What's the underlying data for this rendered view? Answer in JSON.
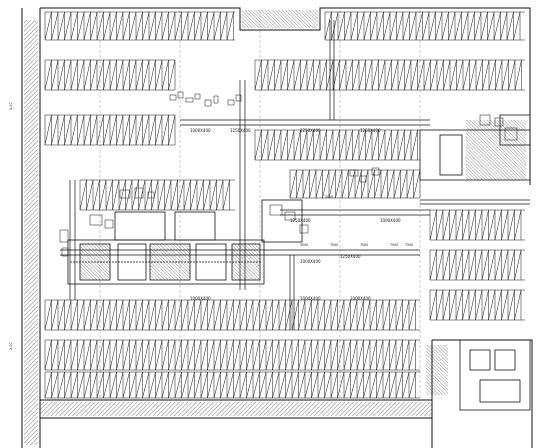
{
  "labels": {
    "dims_pipe_top": [
      "1000X400",
      "1250X400",
      "1250X400",
      "1250X400"
    ],
    "dims_pipe_mid": [
      "1250X400",
      "1250X400",
      "1000X400",
      "1000X400"
    ],
    "dims_pipe_lower": [
      "1000X400",
      "1000X400",
      "1000X400"
    ],
    "dim_numbers": [
      "3000",
      "7500",
      "7500",
      "7500",
      "7500",
      "2000"
    ],
    "area_tags": [
      "5.00",
      "3.00"
    ]
  }
}
